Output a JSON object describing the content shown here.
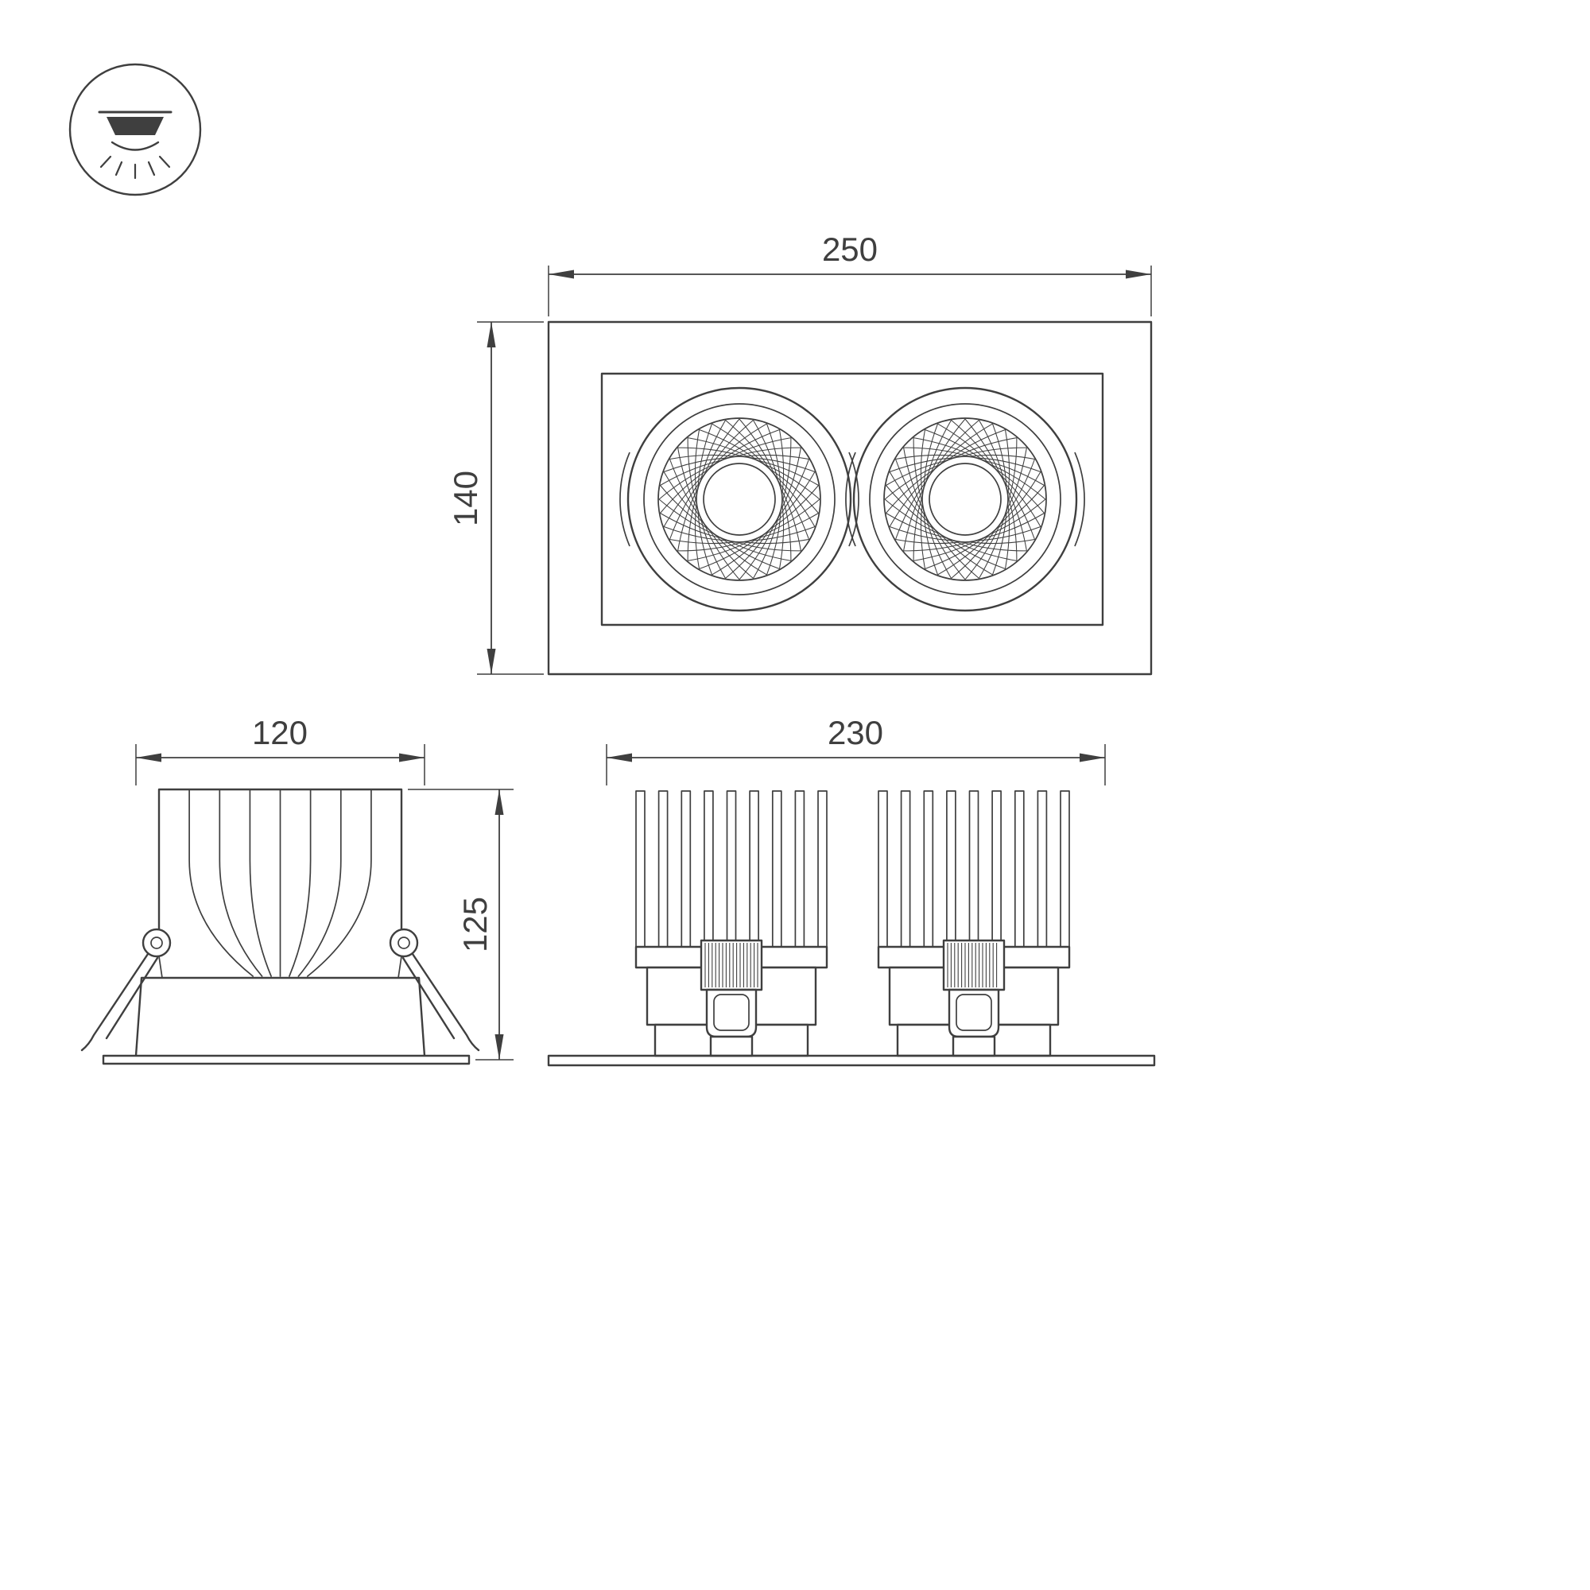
{
  "drawing": {
    "type_icon": "recessed-downlight",
    "views": {
      "front": {
        "width_label": "250",
        "height_label": "140"
      },
      "side": {
        "width_label": "120",
        "height_label": "125"
      },
      "rear": {
        "width_label": "230"
      }
    }
  },
  "colors": {
    "line": "#3f3f3f",
    "background": "#ffffff"
  }
}
